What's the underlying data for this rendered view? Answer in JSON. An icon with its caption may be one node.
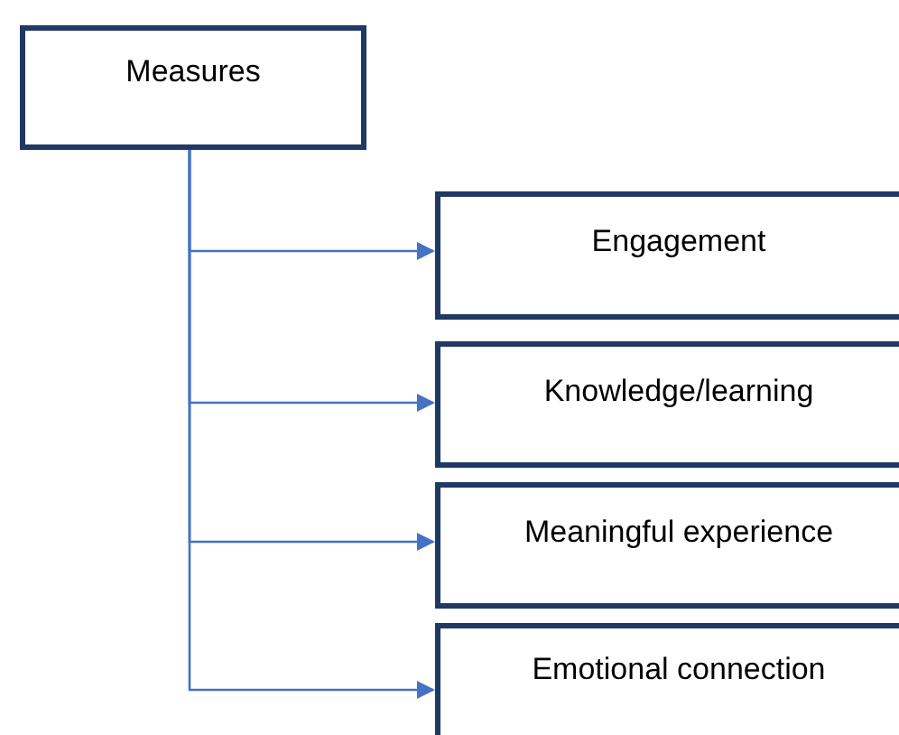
{
  "diagram": {
    "nodes": [
      {
        "text": [
          "Measures"
        ]
      },
      {
        "text": [
          "Engagement"
        ]
      },
      {
        "text": [
          "Knowledge/learning"
        ]
      },
      {
        "text": [
          "Meaningful experience"
        ]
      },
      {
        "text": [
          "Emotional connection"
        ]
      }
    ],
    "edges": [
      {
        "from": 0,
        "to": 1,
        "arrow": "to"
      },
      {
        "from": 0,
        "to": 2,
        "arrow": "to"
      },
      {
        "from": 0,
        "to": 3,
        "arrow": "to"
      },
      {
        "from": 0,
        "to": 4,
        "arrow": "to"
      }
    ]
  }
}
